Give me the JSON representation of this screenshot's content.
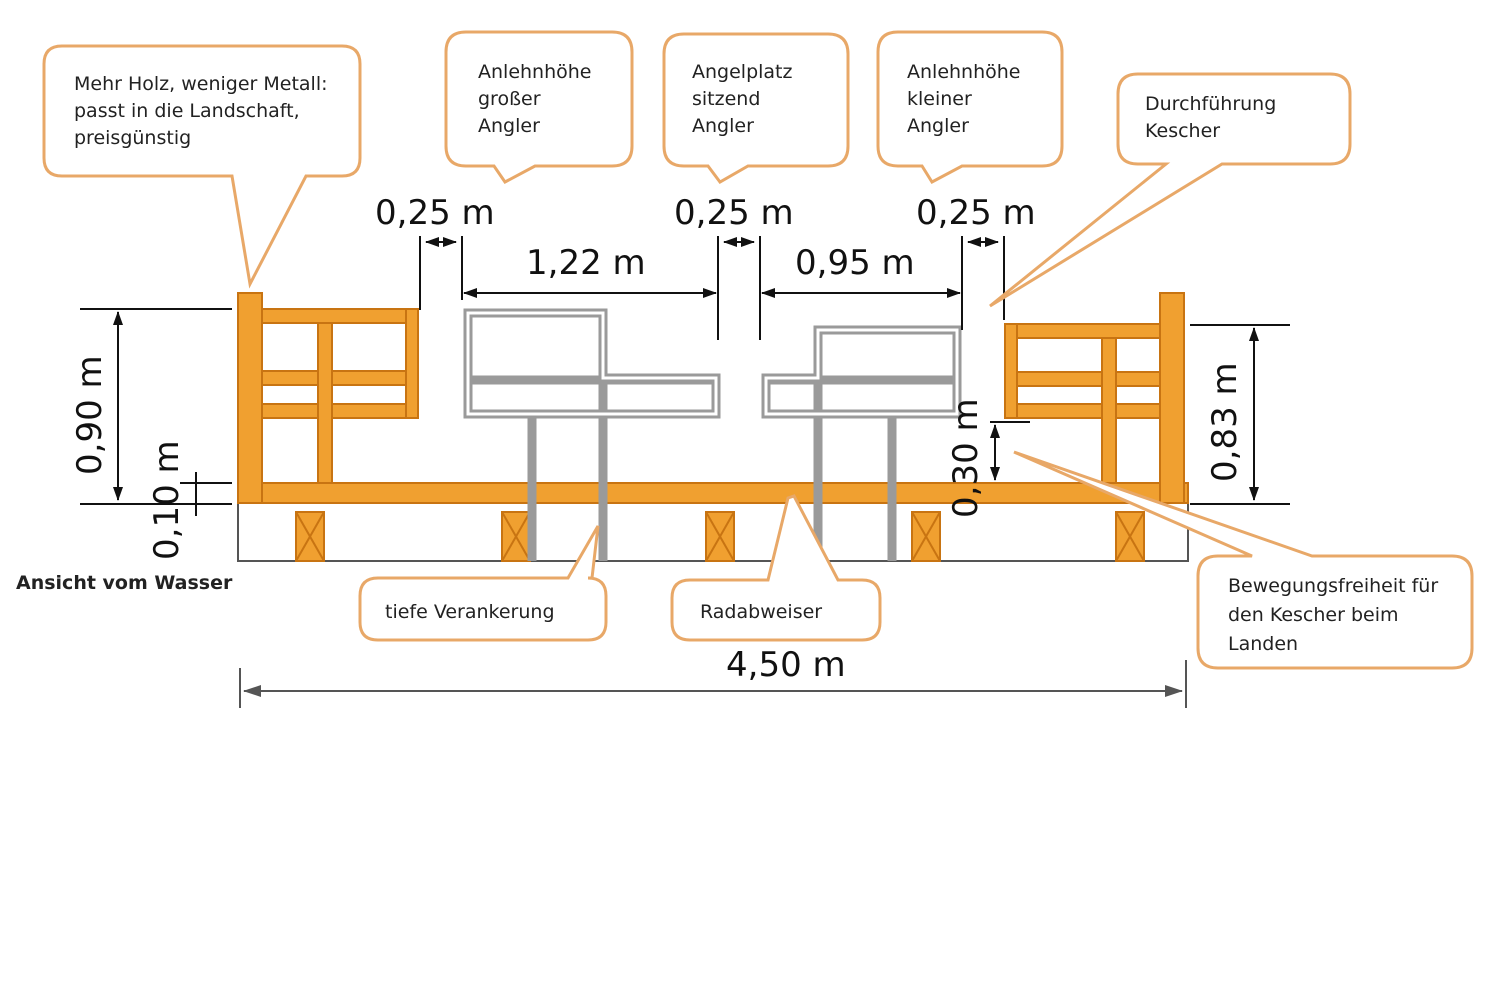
{
  "callouts": {
    "material": [
      "Mehr Holz, weniger Metall:",
      "passt in die Landschaft,",
      "preisgünstig"
    ],
    "lean_big": [
      "Anlehnhöhe",
      "großer",
      "Angler"
    ],
    "seat": [
      "Angelplatz",
      "sitzend",
      "Angler"
    ],
    "lean_small": [
      "Anlehnhöhe",
      "kleiner",
      "Angler"
    ],
    "net_pass": [
      "Durchführung",
      "Kescher"
    ],
    "anchor": [
      "tiefe Verankerung"
    ],
    "wheel_guard": [
      "Radabweiser"
    ],
    "net_freedom": [
      "Bewegungsfreiheit für",
      "den Kescher beim",
      "Landen"
    ]
  },
  "dimensions": {
    "gap_left": "0,25 m",
    "gap_mid": "0,25 m",
    "gap_right": "0,25 m",
    "width_big": "1,22 m",
    "width_small": "0,95 m",
    "height_left": "0,90 m",
    "height_base": "0,10 m",
    "height_mid": "0,30 m",
    "height_right": "0,83 m",
    "total_width": "4,50 m"
  },
  "view_label": "Ansicht vom Wasser",
  "colors": {
    "wood": "#f0a030",
    "wood_dark": "#c87412",
    "callout_border": "#e8a868",
    "metal": "#9a9a9a",
    "metal_fill": "#ffffff"
  }
}
